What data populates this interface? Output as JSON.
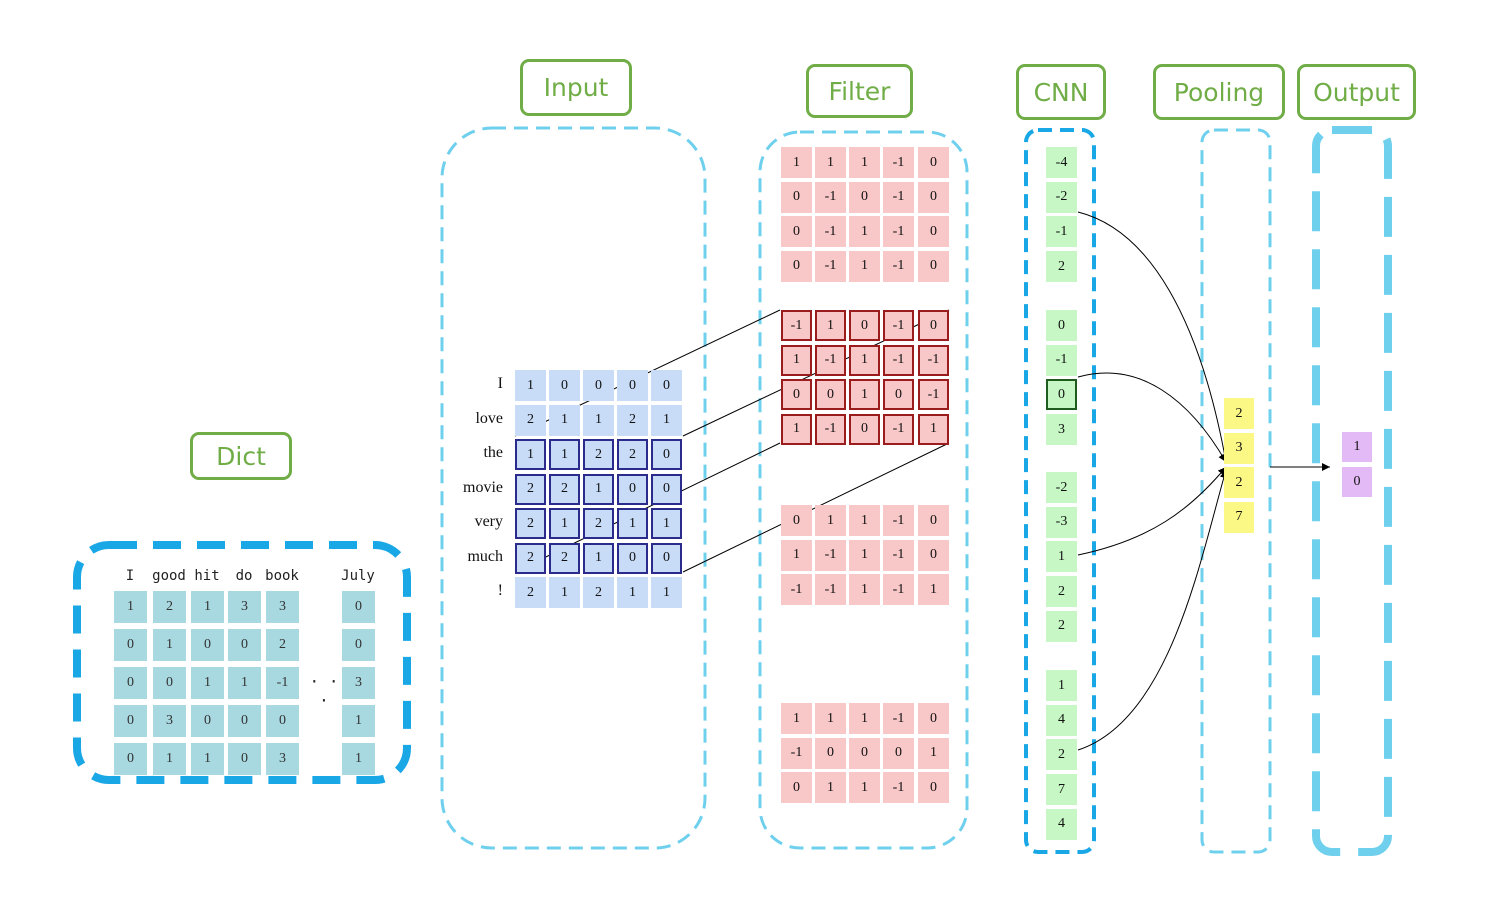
{
  "labels": {
    "dict": "Dict",
    "input": "Input",
    "filter": "Filter",
    "cnn": "CNN",
    "pooling": "Pooling",
    "output": "Output"
  },
  "dict": {
    "headers": [
      "I",
      "good",
      "hit",
      "do",
      "book",
      "July"
    ],
    "ellipsis": "· · ·",
    "rows": [
      [
        "1",
        "2",
        "1",
        "3",
        "3",
        "0"
      ],
      [
        "0",
        "1",
        "0",
        "0",
        "2",
        "0"
      ],
      [
        "0",
        "0",
        "1",
        "1",
        "-1",
        "3"
      ],
      [
        "0",
        "3",
        "0",
        "0",
        "0",
        "1"
      ],
      [
        "0",
        "1",
        "1",
        "0",
        "3",
        "1"
      ]
    ]
  },
  "input": {
    "words": [
      "I",
      "love",
      "the",
      "movie",
      "very",
      "much",
      "!"
    ],
    "rows": [
      [
        "1",
        "0",
        "0",
        "0",
        "0"
      ],
      [
        "2",
        "1",
        "1",
        "2",
        "1"
      ],
      [
        "1",
        "1",
        "2",
        "2",
        "0"
      ],
      [
        "2",
        "2",
        "1",
        "0",
        "0"
      ],
      [
        "2",
        "1",
        "2",
        "1",
        "1"
      ],
      [
        "2",
        "2",
        "1",
        "0",
        "0"
      ],
      [
        "2",
        "1",
        "2",
        "1",
        "1"
      ]
    ]
  },
  "filters": [
    [
      [
        "1",
        "1",
        "1",
        "-1",
        "0"
      ],
      [
        "0",
        "-1",
        "0",
        "-1",
        "0"
      ],
      [
        "0",
        "-1",
        "1",
        "-1",
        "0"
      ],
      [
        "0",
        "-1",
        "1",
        "-1",
        "0"
      ]
    ],
    [
      [
        "-1",
        "1",
        "0",
        "-1",
        "0"
      ],
      [
        "1",
        "-1",
        "1",
        "-1",
        "-1"
      ],
      [
        "0",
        "0",
        "1",
        "0",
        "-1"
      ],
      [
        "1",
        "-1",
        "0",
        "-1",
        "1"
      ]
    ],
    [
      [
        "0",
        "1",
        "1",
        "-1",
        "0"
      ],
      [
        "1",
        "-1",
        "1",
        "-1",
        "0"
      ],
      [
        "-1",
        "-1",
        "1",
        "-1",
        "1"
      ]
    ],
    [
      [
        "1",
        "1",
        "1",
        "-1",
        "0"
      ],
      [
        "-1",
        "0",
        "0",
        "0",
        "1"
      ],
      [
        "0",
        "1",
        "1",
        "-1",
        "0"
      ]
    ]
  ],
  "cnn": [
    [
      "-4",
      "-2",
      "-1",
      "2"
    ],
    [
      "0",
      "-1",
      "0",
      "3"
    ],
    [
      "-2",
      "-3",
      "1",
      "2",
      "2"
    ],
    [
      "1",
      "4",
      "2",
      "7",
      "4"
    ]
  ],
  "pooling": [
    "2",
    "3",
    "2",
    "7"
  ],
  "output": [
    "1",
    "0"
  ]
}
